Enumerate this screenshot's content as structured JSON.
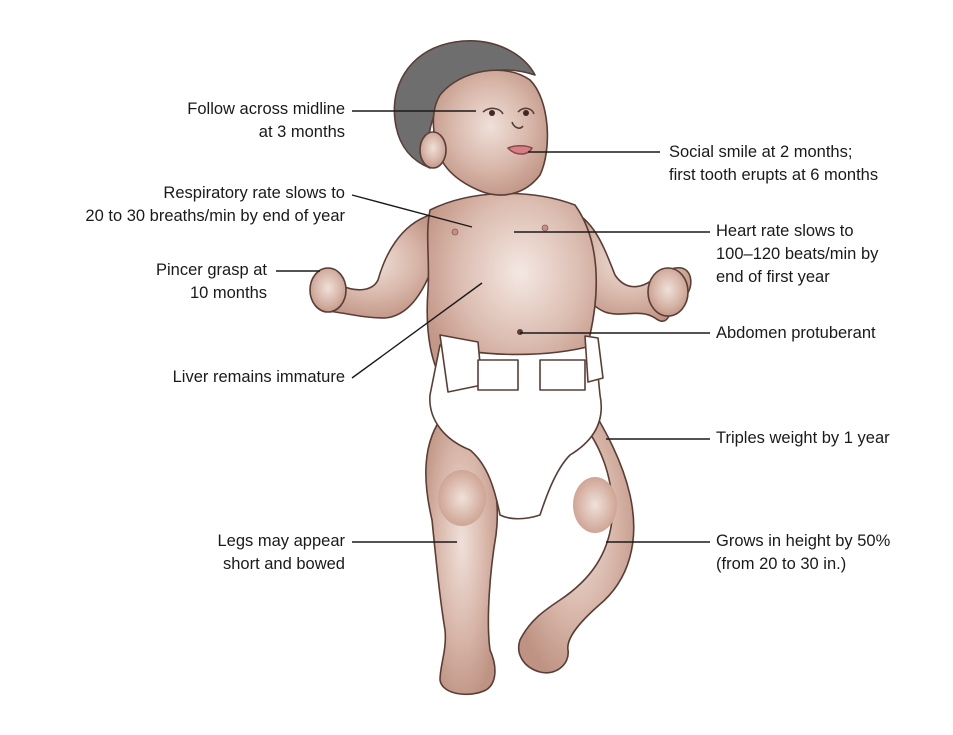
{
  "colors": {
    "skin": "#c9a093",
    "skin_highlight": "#ecd9d1",
    "skin_outline": "#5a3e36",
    "hair": "#6e6e6e",
    "diaper": "#ffffff",
    "leader_line": "#1a1a1a",
    "text": "#1a1a1a"
  },
  "annotations": {
    "midline": {
      "lines": [
        "Follow across midline",
        "at 3 months"
      ]
    },
    "smile": {
      "lines": [
        "Social smile at 2 months;",
        "first tooth erupts at 6 months"
      ]
    },
    "respiratory": {
      "lines": [
        "Respiratory rate slows to",
        "20 to 30 breaths/min by end of year"
      ]
    },
    "heart": {
      "lines": [
        "Heart rate slows to",
        "100–120 beats/min by",
        "end of first year"
      ]
    },
    "pincer": {
      "lines": [
        "Pincer grasp at",
        "10 months"
      ]
    },
    "abdomen": {
      "lines": [
        "Abdomen protuberant"
      ]
    },
    "liver": {
      "lines": [
        "Liver remains immature"
      ]
    },
    "weight": {
      "lines": [
        "Triples weight by 1 year"
      ]
    },
    "legs": {
      "lines": [
        "Legs may appear",
        "short and bowed"
      ]
    },
    "height": {
      "lines": [
        "Grows in height by 50%",
        "(from 20 to 30 in.)"
      ]
    }
  }
}
